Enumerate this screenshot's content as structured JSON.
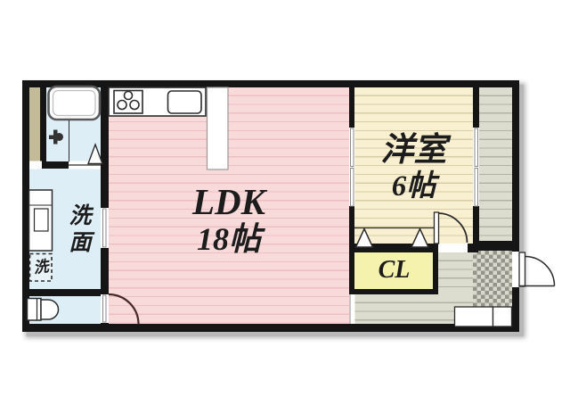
{
  "plan": {
    "type": "apartment-floorplan",
    "rooms": {
      "ldk": {
        "name": "LDK",
        "size": "18帖"
      },
      "western": {
        "name": "洋室",
        "size": "6帖"
      },
      "washroom": {
        "name": "洗面"
      },
      "laundry": {
        "name": "洗"
      },
      "closet": {
        "name": "CL"
      }
    },
    "palette": {
      "wall": "#151515",
      "ldk_bg": "#f8dada",
      "ldk_stripe": "#edbfc1",
      "western_bg": "#f9f0d2",
      "western_stripe": "#d9cda6",
      "balcony_bg": "#dcdccf",
      "balcony_stripe": "#b2b2a4",
      "wet_area_bg": "#ddeef6",
      "closet_bg": "#f5f2ae",
      "pipe_space_bg": "#c3ba97",
      "toilet_door_arc": "#4a2a28"
    }
  }
}
